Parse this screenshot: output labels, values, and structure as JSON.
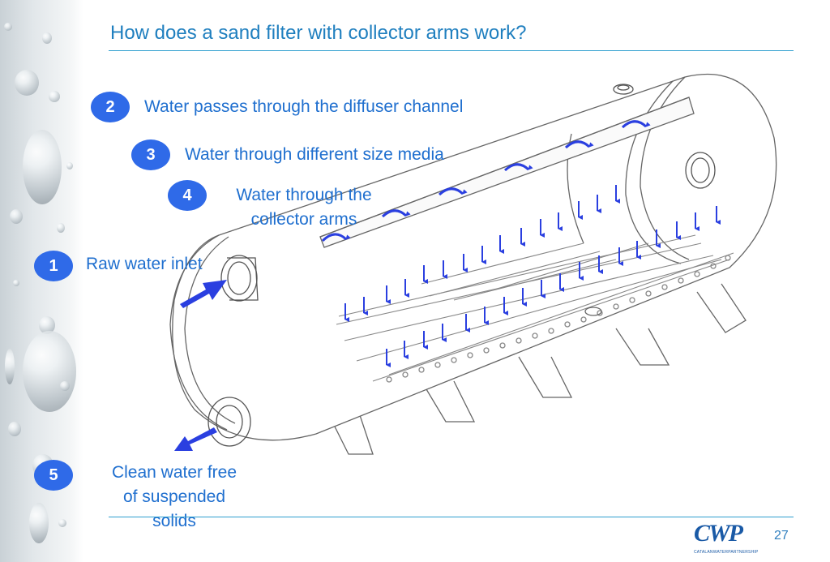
{
  "slide": {
    "title": "How does a sand filter with collector arms work?",
    "page_number": "27"
  },
  "steps": [
    {
      "number": "1",
      "text": "Raw water inlet"
    },
    {
      "number": "2",
      "text": "Water passes through the diffuser channel"
    },
    {
      "number": "3",
      "text": "Water through different size media"
    },
    {
      "number": "4",
      "line1": "Water through the",
      "line2": "collector arms"
    },
    {
      "number": "5",
      "line1": "Clean water free",
      "line2": "of suspended",
      "line3": "solids"
    }
  ],
  "logo": {
    "text": "CWP",
    "subtitle": "CATALANWATERPARTNERSHIP"
  },
  "colors": {
    "title": "#1f7fbf",
    "label": "#1f6fcf",
    "badge": "#2f6ae8",
    "flow_arrow": "#2a3fe0",
    "rule": "#2f9fcf"
  }
}
